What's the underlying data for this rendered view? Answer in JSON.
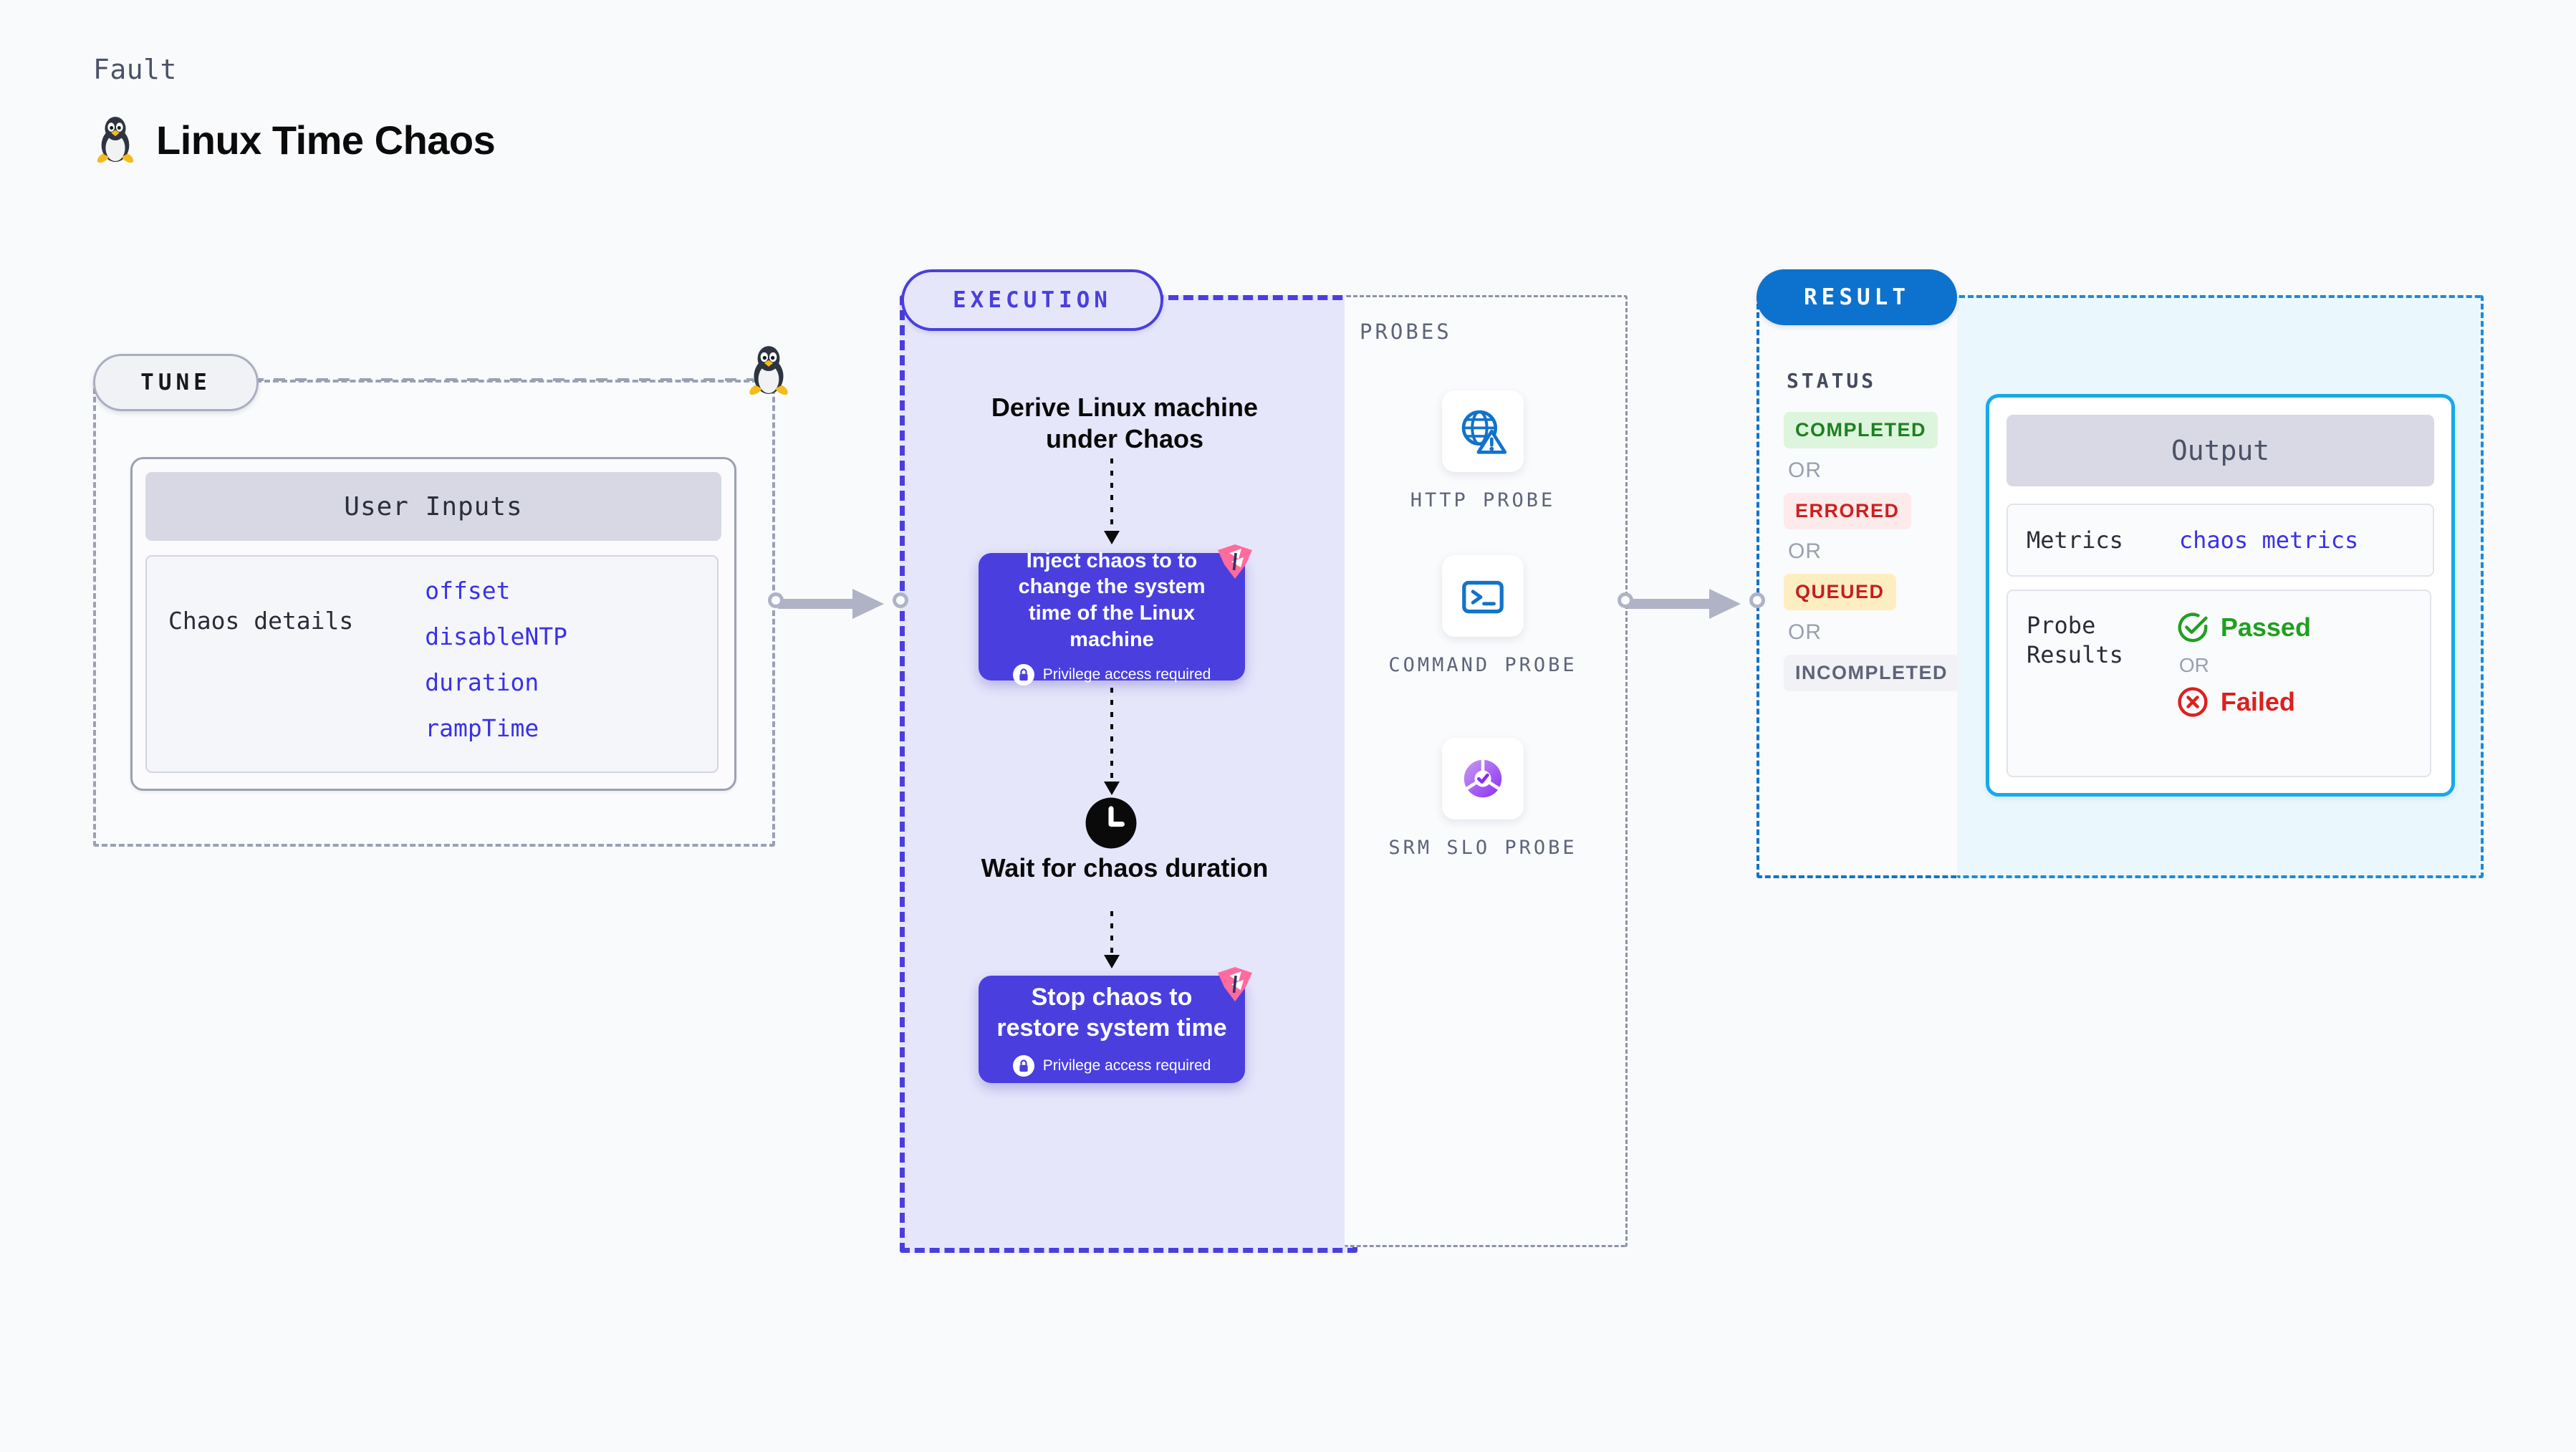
{
  "header": {
    "eyebrow": "Fault",
    "title": "Linux Time Chaos",
    "icon": "linux-penguin-icon"
  },
  "tune": {
    "chip_label": "TUNE",
    "card_title": "User Inputs",
    "details_label": "Chaos details",
    "params": [
      {
        "name": "offset"
      },
      {
        "name": "disableNTP"
      },
      {
        "name": "duration"
      },
      {
        "name": "rampTime"
      }
    ]
  },
  "execution": {
    "chip_label": "EXECUTION",
    "steps": [
      {
        "kind": "title",
        "text": "Derive Linux machine under Chaos"
      },
      {
        "kind": "action",
        "text": "Inject chaos to to change the system time of the Linux machine",
        "privilege_note": "Privilege access required",
        "badge": "harness-logo-icon"
      },
      {
        "kind": "wait",
        "icon": "clock-icon",
        "text": "Wait for chaos duration"
      },
      {
        "kind": "action",
        "text": "Stop chaos to restore system time",
        "privilege_note": "Privilege access required",
        "badge": "harness-logo-icon"
      }
    ]
  },
  "probes": {
    "section_label": "PROBES",
    "items": [
      {
        "label": "HTTP PROBE",
        "icon": "globe-alert-icon"
      },
      {
        "label": "COMMAND PROBE",
        "icon": "terminal-icon"
      },
      {
        "label": "SRM SLO PROBE",
        "icon": "slo-gauge-check-icon"
      }
    ]
  },
  "result": {
    "chip_label": "RESULT",
    "status_label": "STATUS",
    "or_label": "OR",
    "statuses": [
      {
        "label": "COMPLETED",
        "bg": "#ddf5dc",
        "fg": "#1d8021"
      },
      {
        "label": "ERRORED",
        "bg": "#fdeaea",
        "fg": "#cc2020"
      },
      {
        "label": "QUEUED",
        "bg": "#fdeec2",
        "fg": "#c32020"
      },
      {
        "label": "INCOMPLETED",
        "bg": "#f2f2f6",
        "fg": "#5d6479"
      }
    ]
  },
  "output": {
    "title": "Output",
    "metrics_key": "Metrics",
    "metrics_value": "chaos metrics",
    "probe_results_key": "Probe\nResults",
    "or_label": "OR",
    "passed_label": "Passed",
    "passed_color": "#1fa01f",
    "failed_label": "Failed",
    "failed_color": "#dd1f1f"
  },
  "colors": {
    "canvas_bg": "#f9fafb",
    "execution_accent": "#4a3fde",
    "result_accent": "#0d72ce",
    "output_accent": "#17a9e8",
    "param_blue": "#3a31e8",
    "muted_gray": "#9aa1b1"
  }
}
